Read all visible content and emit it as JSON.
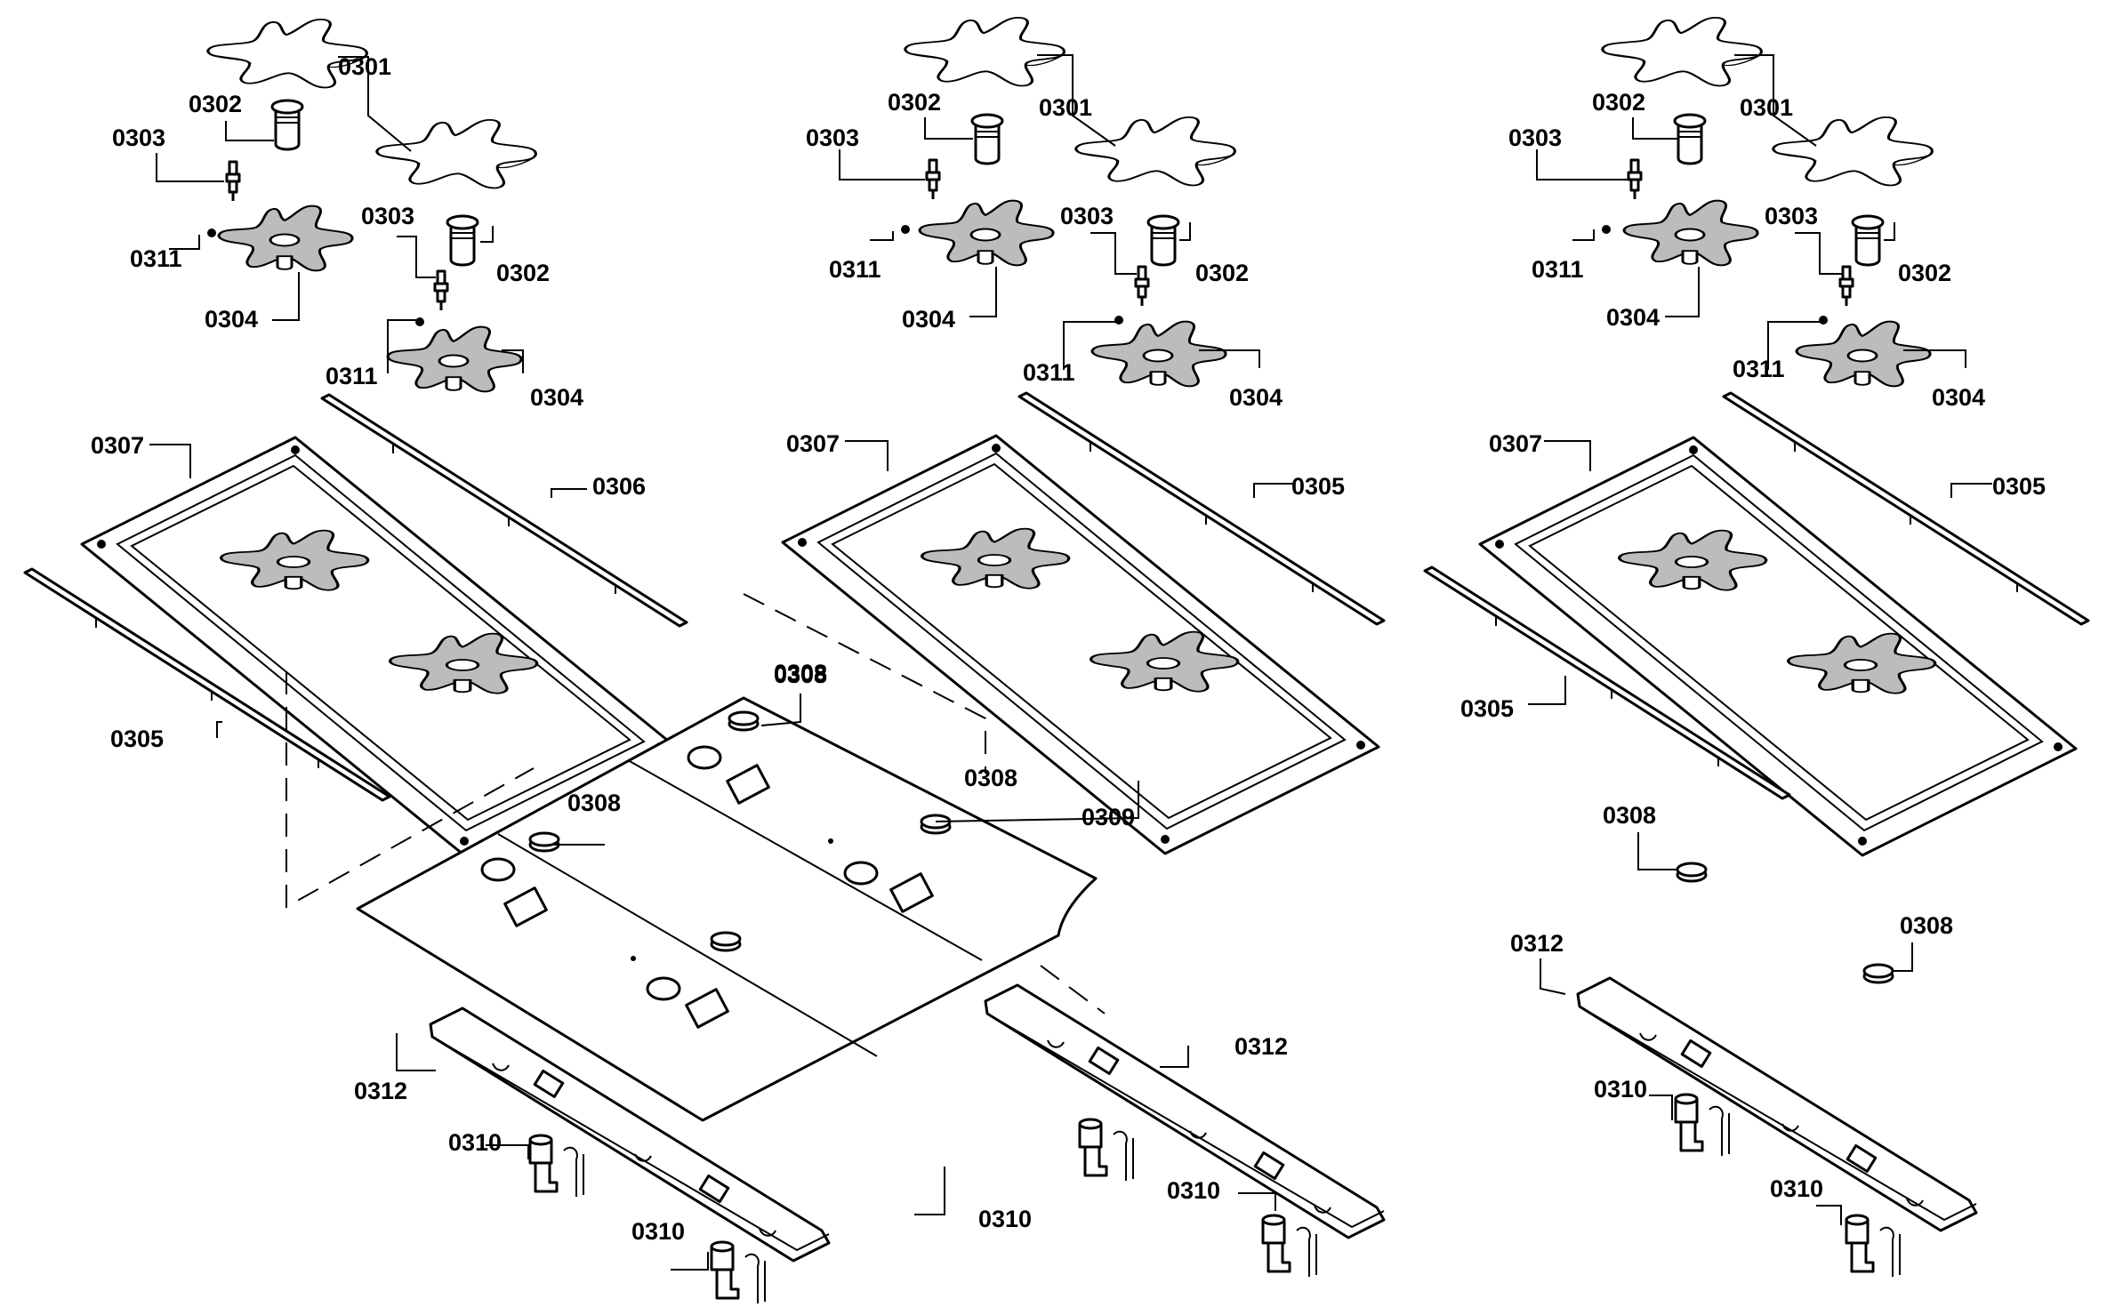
{
  "diagram": {
    "labels": {
      "l1": "0301",
      "l2": "0302",
      "l3": "0303",
      "l4": "0311",
      "l5": "0304",
      "l6": "0303",
      "l7": "0302",
      "l8": "0311",
      "l9": "0304",
      "l10": "0307",
      "l11": "0306",
      "l12": "0305",
      "l13": "0308",
      "l14": "0308",
      "l15": "0312",
      "l16": "0310",
      "l17": "0310",
      "m1": "0301",
      "m2": "0302",
      "m3": "0303",
      "m4": "0311",
      "m5": "0304",
      "m6": "0303",
      "m7": "0302",
      "m8": "0311",
      "m9": "0304",
      "m10": "0307",
      "m11": "0305",
      "m12": "0308",
      "m13": "0308",
      "m14": "0309",
      "m15": "0312",
      "m16": "0310",
      "m17": "0310",
      "r1": "0301",
      "r2": "0302",
      "r3": "0303",
      "r4": "0311",
      "r5": "0304",
      "r6": "0303",
      "r7": "0302",
      "r8": "0311",
      "r9": "0304",
      "r10": "0307",
      "r11": "0305",
      "r12": "0305",
      "r13": "0308",
      "r14": "0308",
      "r15": "0312",
      "r16": "0310",
      "r17": "0310"
    }
  }
}
